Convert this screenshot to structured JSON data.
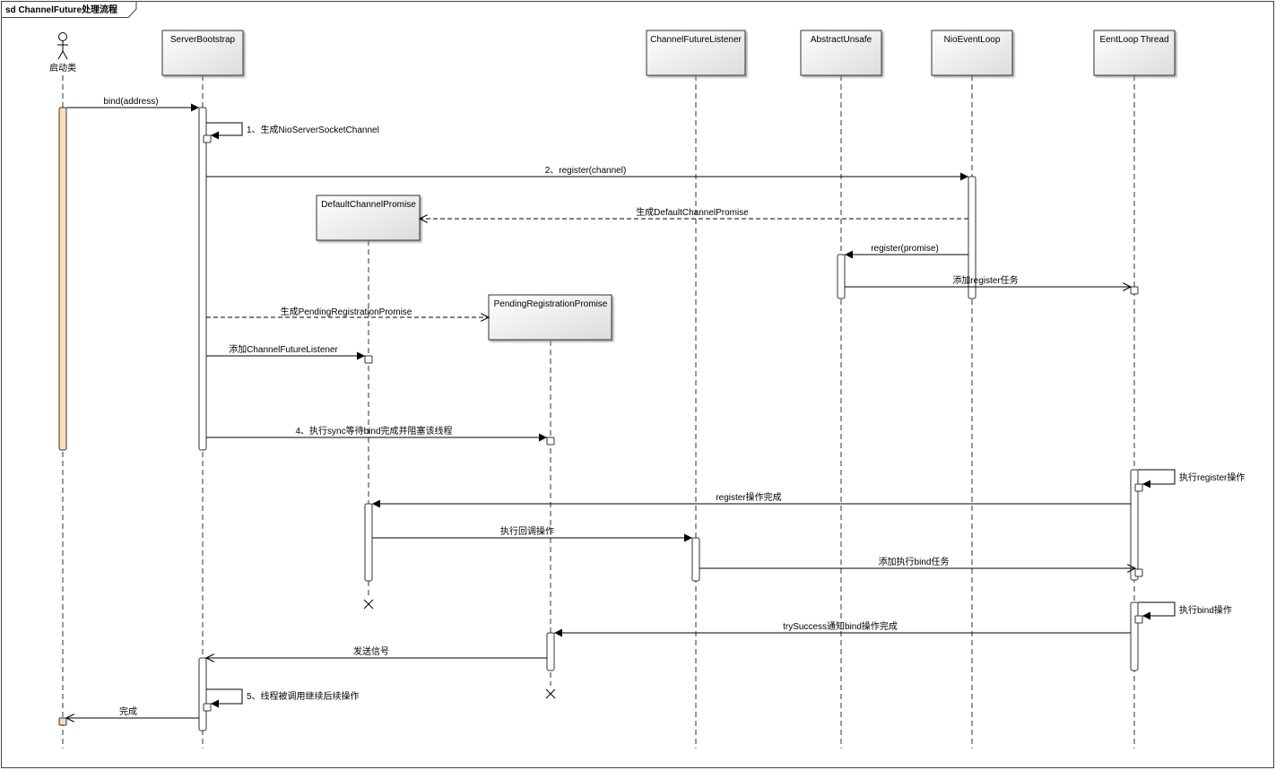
{
  "frame": {
    "title": "sd ChannelFuture处理流程"
  },
  "actor": {
    "name": "启动类"
  },
  "lifelines": [
    {
      "id": "sb",
      "name": "ServerBootstrap"
    },
    {
      "id": "dcp",
      "name": "DefaultChannelPromise"
    },
    {
      "id": "prp",
      "name": "PendingRegistrationPromise"
    },
    {
      "id": "cfl",
      "name": "ChannelFutureListener"
    },
    {
      "id": "au",
      "name": "AbstractUnsafe"
    },
    {
      "id": "nel",
      "name": "NioEventLoop"
    },
    {
      "id": "elt",
      "name": "EentLoop Thread"
    }
  ],
  "messages": [
    {
      "label": "bind(address)",
      "type": "sync"
    },
    {
      "label": "1、生成NioServerSocketChannel",
      "type": "self"
    },
    {
      "label": "2、register(channel)",
      "type": "sync"
    },
    {
      "label": "生成DefaultChannelPromise",
      "type": "create"
    },
    {
      "label": "register(promise)",
      "type": "sync"
    },
    {
      "label": "添加register任务",
      "type": "async"
    },
    {
      "label": "生成PendingRegistrationPromise",
      "type": "create"
    },
    {
      "label": "添加ChannelFutureListener",
      "type": "sync"
    },
    {
      "label": "4、执行sync等待bind完成并阻塞该线程",
      "type": "sync"
    },
    {
      "label": "执行register操作",
      "type": "self"
    },
    {
      "label": "register操作完成",
      "type": "sync"
    },
    {
      "label": "执行回调操作",
      "type": "sync"
    },
    {
      "label": "添加执行bind任务",
      "type": "async"
    },
    {
      "label": "执行bind操作",
      "type": "self"
    },
    {
      "label": "trySuccess通知bind操作完成",
      "type": "sync"
    },
    {
      "label": "发送信号",
      "type": "sync"
    },
    {
      "label": "5、线程被调用继续后续操作",
      "type": "self"
    },
    {
      "label": "完成",
      "type": "sync"
    }
  ]
}
